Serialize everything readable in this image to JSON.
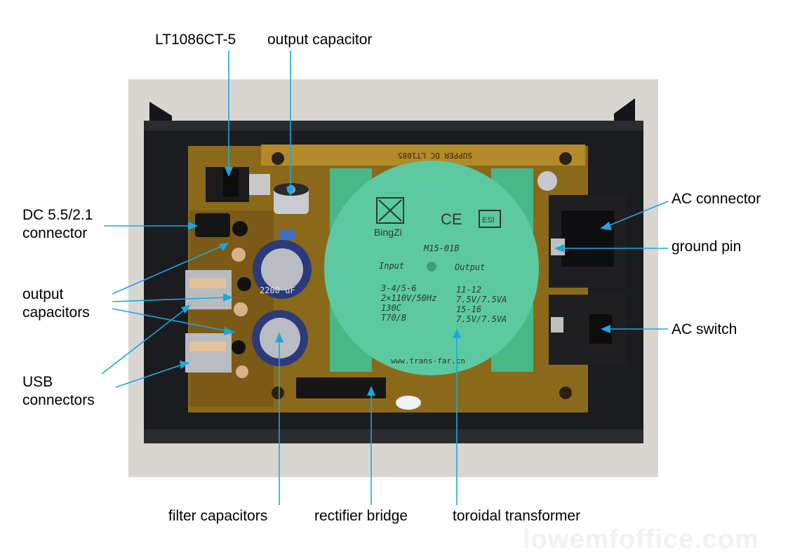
{
  "labels": {
    "lt1086": "LT1086CT-5",
    "output_capacitor": "output capacitor",
    "dc_connector_l1": "DC 5.5/2.1",
    "dc_connector_l2": "connector",
    "output_capacitors_l1": "output",
    "output_capacitors_l2": "capacitors",
    "usb_connectors_l1": "USB",
    "usb_connectors_l2": "connectors",
    "ac_connector": "AC connector",
    "ground_pin": "ground pin",
    "ac_switch": "AC switch",
    "filter_capacitors": "filter capacitors",
    "rectifier_bridge": "rectifier bridge",
    "toroidal_transformer": "toroidal transformer"
  },
  "transformer": {
    "brand": "BingZi",
    "model": "M15-01B",
    "input_title": "Input",
    "output_title": "Output",
    "input_lines": [
      "3-4/5-6",
      "2×110V/50Hz",
      "130C",
      "T70/B"
    ],
    "output_lines": [
      "11-12",
      "7.5V/7.5VA",
      "15-16",
      "7.5V/7.5VA"
    ],
    "website": "www.trans-far.cn",
    "ce_mark": "CE",
    "esi_mark": "ESI"
  },
  "board": {
    "silkscreen": "SUPPER DC LT1085",
    "cap_marking": "2200 uF"
  },
  "watermark": "lowemfoffice.com",
  "colors": {
    "leader_line": "#1aa8e0",
    "transformer": "#5dc9a0",
    "pcb": "#8a6a1a",
    "enclosure": "#1b1c1f"
  }
}
